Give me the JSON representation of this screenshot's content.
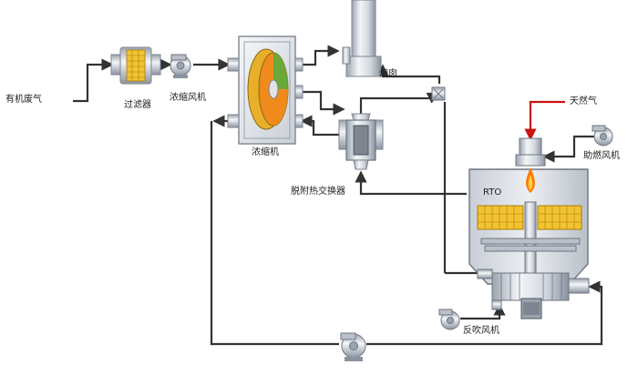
{
  "labels": {
    "waste_gas": "有机废气",
    "filter": "过滤器",
    "concentration_fan": "浓缩风机",
    "concentrator": "浓缩机",
    "chimney": "烟囱",
    "desorption_hx": "脱附热交换器",
    "natural_gas": "天然气",
    "combustion_fan": "助燃风机",
    "rto": "RTO",
    "reverse_fan": "反吹风机"
  },
  "colors": {
    "pipe": "#333333",
    "gas_line": "#cc1111",
    "metal_light": "#e6e9ee",
    "metal_dark": "#8a93a0",
    "media_yellow": "#f2c230",
    "flame": "#ff7a00",
    "rotor_green": "#6aa83a",
    "rotor_orange": "#f08a1c"
  },
  "icons": [
    "arrow-icon",
    "fan-icon",
    "flame-icon",
    "valve-icon"
  ]
}
